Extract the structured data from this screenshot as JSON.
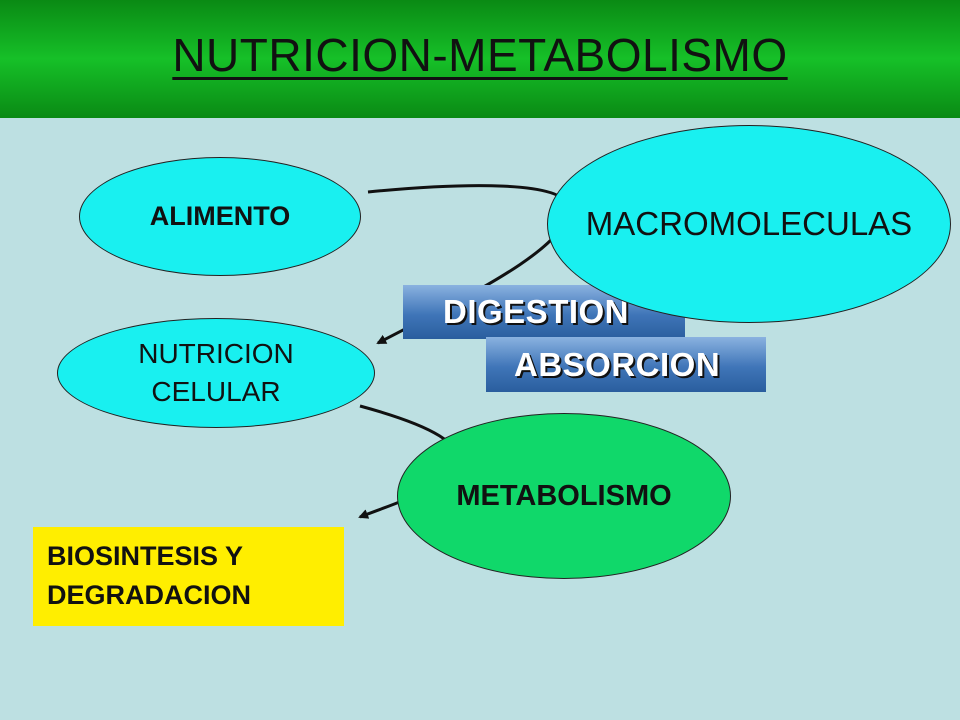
{
  "title": "NUTRICION-METABOLISMO",
  "nodes": {
    "alimento": "ALIMENTO",
    "macromoleculas": "MACROMOLECULAS",
    "nutricion_celular": {
      "line1": "NUTRICION",
      "line2": "CELULAR"
    },
    "metabolismo": "METABOLISMO",
    "biosintesis": {
      "line1": "BIOSINTESIS Y",
      "line2": "DEGRADACION"
    }
  },
  "labels": {
    "digestion": "DIGESTION",
    "absorcion": "ABSORCION"
  },
  "colors": {
    "background": "#bde0e2",
    "header_green": "#16c028",
    "cyan_node": "#19f0f0",
    "green_node": "#10d86a",
    "yellow_box": "#ffee00",
    "blue_label": "#3f75b8"
  }
}
